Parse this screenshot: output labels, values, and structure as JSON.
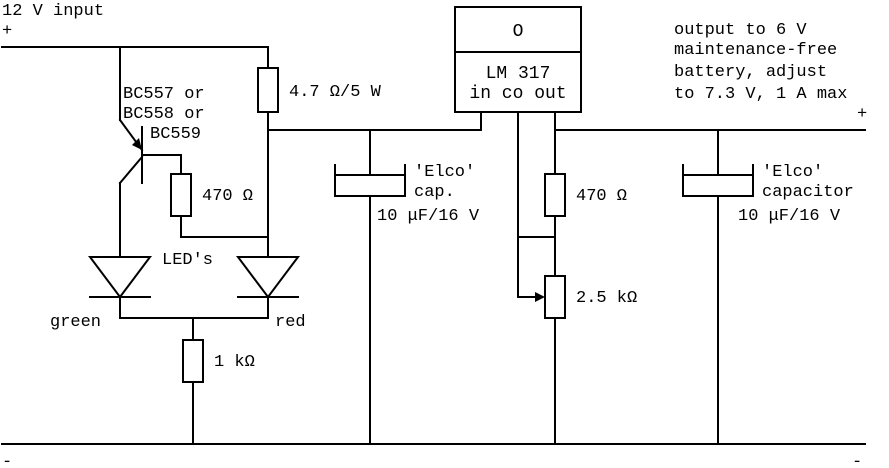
{
  "labels": {
    "input": "12 V input",
    "input_plus": "+",
    "transistor_1": "BC557 or",
    "transistor_2": "BC558 or",
    "transistor_3": "BC559",
    "r_sense": "4.7 Ω/5 W",
    "r_base": "470 Ω",
    "leds": "LED's",
    "led_green": "green",
    "led_red": "red",
    "r_led": "1 kΩ",
    "regulator_top": "O",
    "regulator_name": "LM 317",
    "regulator_pins": "in co out",
    "cap1_1": "'Elco'",
    "cap1_2": "cap.",
    "cap1_3": "10 μF/16 V",
    "r_adj": "470 Ω",
    "pot": "2.5 kΩ",
    "output_1": "output to 6 V",
    "output_2": "maintenance-free",
    "output_3": "battery, adjust",
    "output_4": "to 7.3 V, 1 A max",
    "output_plus": "+",
    "cap2_1": "'Elco'",
    "cap2_2": "capacitor",
    "cap2_3": "10 μF/16 V",
    "minus_left": "-",
    "minus_right": "-"
  }
}
